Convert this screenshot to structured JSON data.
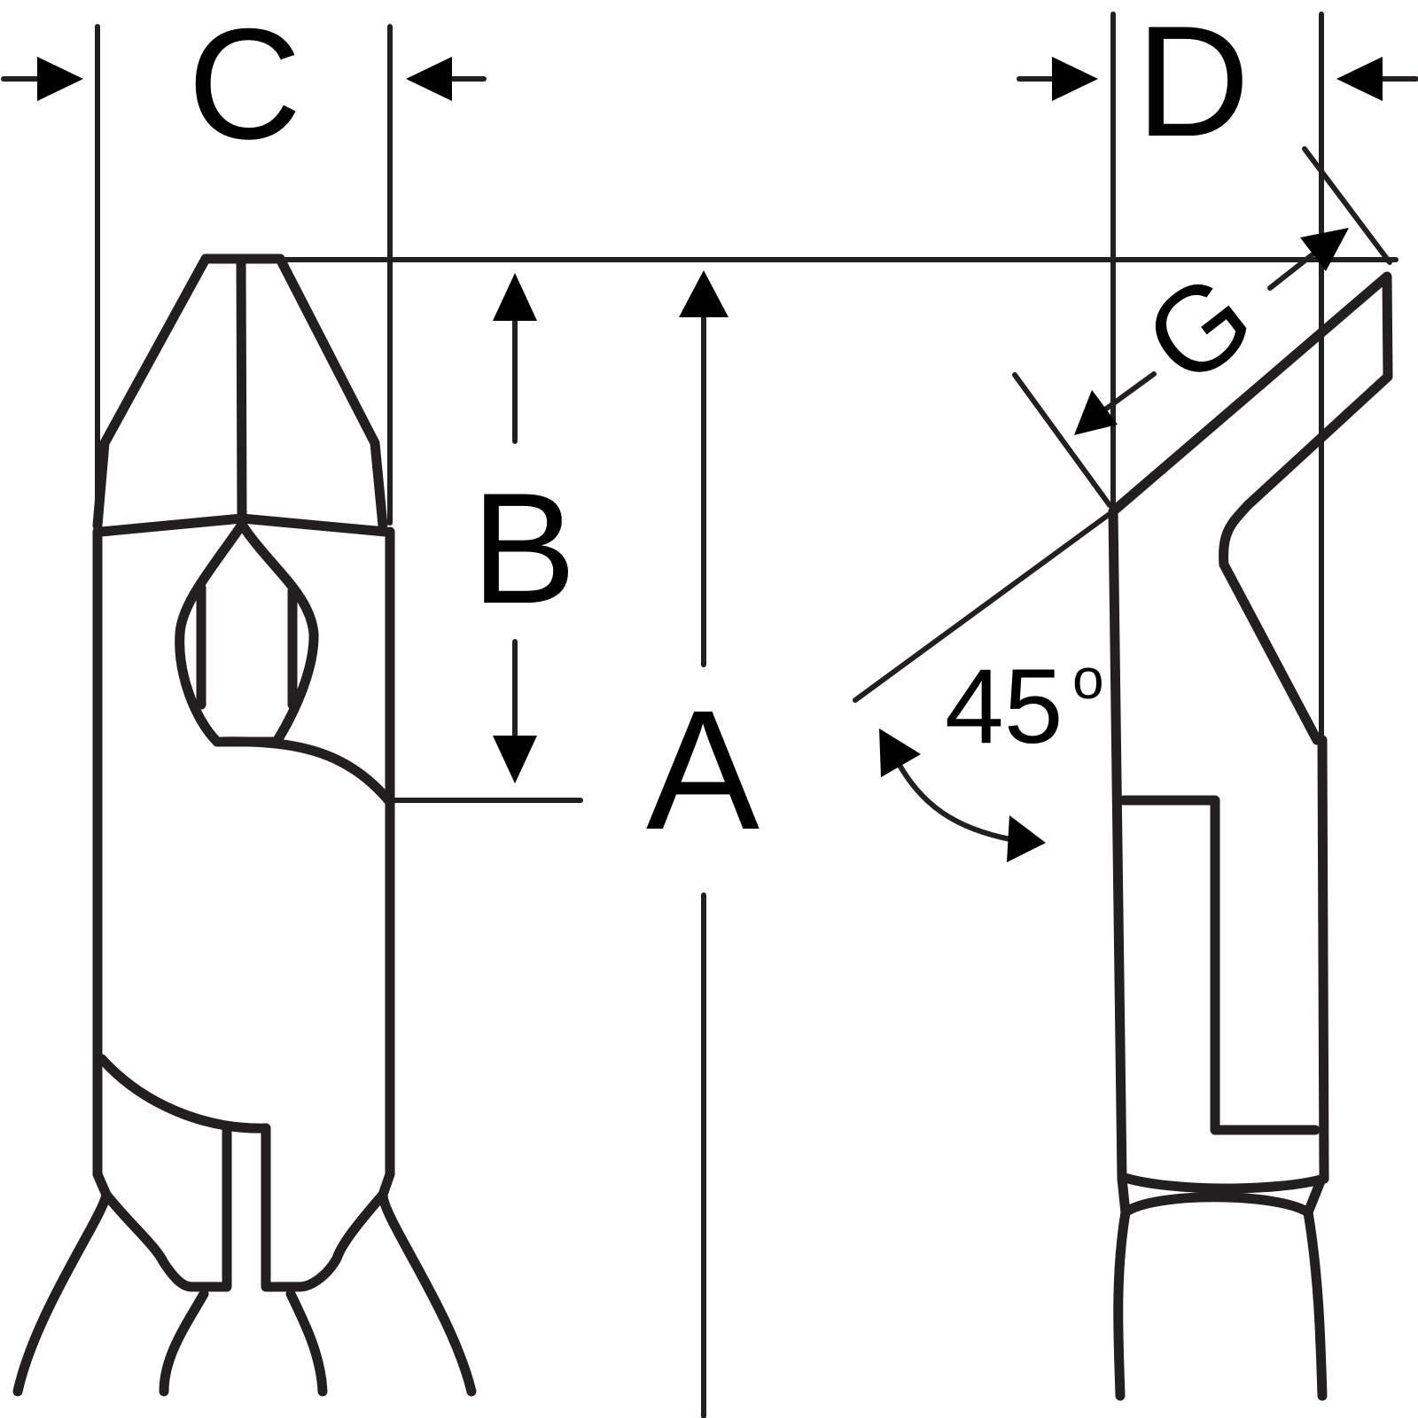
{
  "diagram": {
    "labels": {
      "a": "A",
      "b": "B",
      "c": "C",
      "d": "D",
      "g": "G",
      "angle_value": "45",
      "angle_unit": "o"
    },
    "colors": {
      "outline": "#231f20",
      "arrow": "#000000",
      "background": "#ffffff"
    }
  }
}
